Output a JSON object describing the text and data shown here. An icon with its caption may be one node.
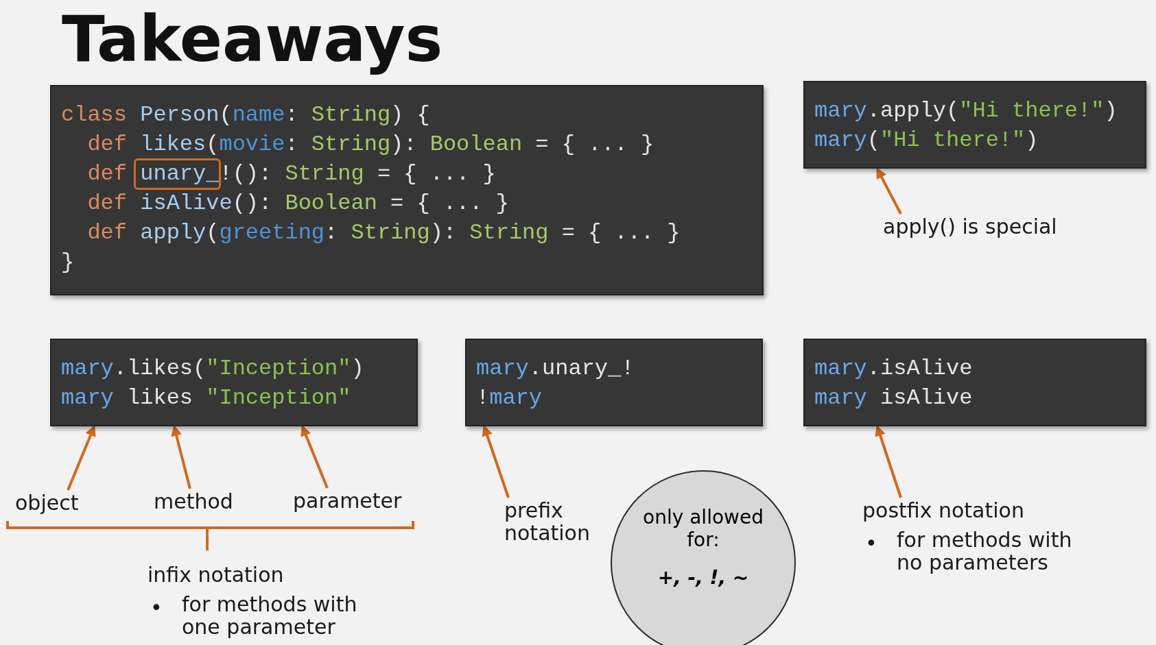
{
  "diagram": {
    "title": "Takeaways",
    "nodes": [
      {
        "text": [
          "class Person(name: String) {",
          "  def likes(movie: String): Boolean = { ... }",
          "  def unary_!(): String = { ... }",
          "  def isAlive(): Boolean = { ... }",
          "  def apply(greeting: String): String = { ... }",
          "}"
        ]
      },
      {
        "text": [
          "mary.apply(\"Hi there!\")",
          "mary(\"Hi there!\")"
        ]
      },
      {
        "text": [
          "apply() is special"
        ]
      },
      {
        "text": [
          "mary.likes(\"Inception\")",
          "mary likes \"Inception\""
        ]
      },
      {
        "text": [
          "mary.unary_!",
          "!mary"
        ]
      },
      {
        "text": [
          "mary.isAlive",
          "mary isAlive"
        ]
      },
      {
        "text": [
          "object"
        ]
      },
      {
        "text": [
          "method"
        ]
      },
      {
        "text": [
          "parameter"
        ]
      },
      {
        "text": [
          "prefix notation"
        ]
      },
      {
        "text": [
          "only allowed for:",
          "+, -, !, ~"
        ]
      },
      {
        "text": [
          "postfix notation",
          "•",
          "for methods with no parameters"
        ]
      }
    ],
    "edges": [
      {
        "from": 2,
        "to": 1,
        "arrow": "to"
      },
      {
        "from": 6,
        "to": 3,
        "arrow": "to"
      },
      {
        "from": 7,
        "to": 3,
        "arrow": "to"
      },
      {
        "from": 8,
        "to": 3,
        "arrow": "to"
      },
      {
        "from": 9,
        "to": 4,
        "arrow": "to"
      },
      {
        "from": 11,
        "to": 5,
        "arrow": "to"
      }
    ],
    "labels": [
      "infix notation",
      "•",
      "for methods with one parameter"
    ]
  }
}
